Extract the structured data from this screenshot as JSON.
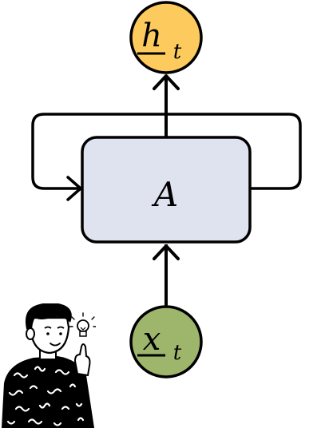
{
  "diagram": {
    "output_node": {
      "var": "h",
      "sub": "t"
    },
    "block": {
      "label": "A"
    },
    "input_node": {
      "var": "x",
      "sub": "t"
    },
    "colors": {
      "output_fill": "#FDCB5D",
      "block_fill": "#DEE3EF",
      "input_fill": "#9EB56C",
      "stroke": "#000000"
    },
    "illustration": {
      "icon": "person-with-lightbulb-icon"
    }
  }
}
